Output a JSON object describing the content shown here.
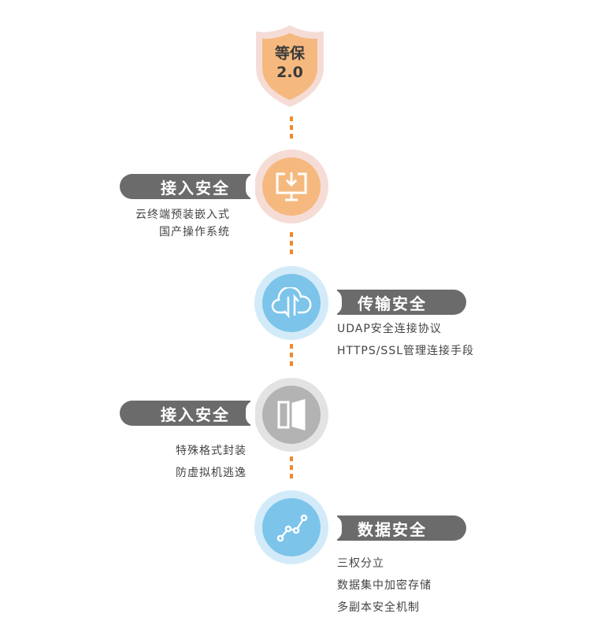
{
  "badge": {
    "line1": "等保",
    "line2": "2.0"
  },
  "steps": [
    {
      "title": "接入安全",
      "icon": "monitor-download-icon",
      "lines": [
        "云终端预装嵌入式",
        "国产操作系统"
      ]
    },
    {
      "title": "传输安全",
      "icon": "cloud-transfer-icon",
      "lines": [
        "UDAP安全连接协议",
        "HTTPS/SSL管理连接手段"
      ]
    },
    {
      "title": "接入安全",
      "icon": "door-icon",
      "lines": [
        "特殊格式封装",
        "防虚拟机逃逸"
      ]
    },
    {
      "title": "数据安全",
      "icon": "chart-line-icon",
      "lines": [
        "三权分立",
        "数据集中加密存储",
        "多副本安全机制"
      ]
    }
  ],
  "colors": {
    "orange": "#f5b97f",
    "orange_ring": "#f6dcd6",
    "blue": "#7cc4ea",
    "blue_ring": "#d3ebf8",
    "gray": "#b3b3b3",
    "gray_ring": "#e3e3e3",
    "pill": "#6b6b6b",
    "dash": "#ef8a2b"
  }
}
